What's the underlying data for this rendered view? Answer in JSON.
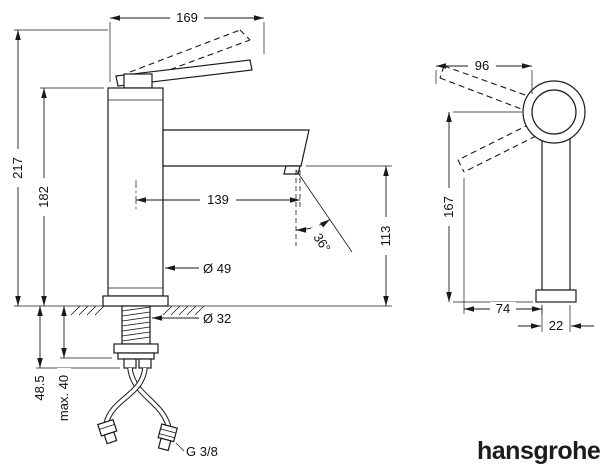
{
  "front": {
    "lever_width": "169",
    "total_height": "217",
    "body_height": "182",
    "spout_reach": "139",
    "spout_height": "113",
    "stream_angle": "36°",
    "body_diameter": "Ø 49",
    "shank_diameter": "Ø 32",
    "shank_length": "48.5",
    "max_deck": "max. 40",
    "connection": "G 3/8"
  },
  "side": {
    "lever_length": "96",
    "height": "167",
    "depth": "74",
    "body_width": "22"
  },
  "brand": "hansgrohe"
}
